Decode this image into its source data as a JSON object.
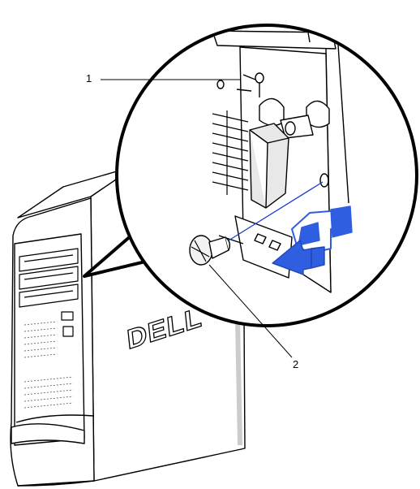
{
  "callouts": [
    {
      "label": "1"
    },
    {
      "label": "2"
    }
  ],
  "brand_logo_text": "DELL",
  "colors": {
    "arrow": "#2f5fe0",
    "leader_line": "#1a3fd0",
    "outline": "#000000",
    "case_fill": "#ffffff",
    "shading": "#9a9a9a"
  },
  "icons": [
    "computer-tower",
    "magnified-detail-circle",
    "screw",
    "removal-arrow"
  ]
}
